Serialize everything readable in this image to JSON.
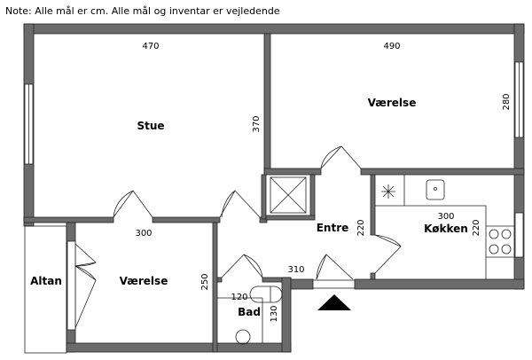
{
  "note": "Note: Alle mål er cm. Alle mål og inventar er vejledende",
  "rooms": {
    "stue": {
      "label": "Stue",
      "width": "470",
      "depth": "370"
    },
    "vaerelse1": {
      "label": "Værelse",
      "width": "490",
      "depth": "280"
    },
    "vaerelse2": {
      "label": "Værelse",
      "width": "300",
      "depth": "250"
    },
    "entre": {
      "label": "Entre",
      "width": "310",
      "depth": "220"
    },
    "koekken": {
      "label": "Køkken",
      "width": "300",
      "depth": "220"
    },
    "bad": {
      "label": "Bad",
      "width": "120",
      "depth": "130"
    },
    "altan": {
      "label": "Altan"
    }
  },
  "icons": {
    "entrance": "entrance-arrow-icon"
  }
}
